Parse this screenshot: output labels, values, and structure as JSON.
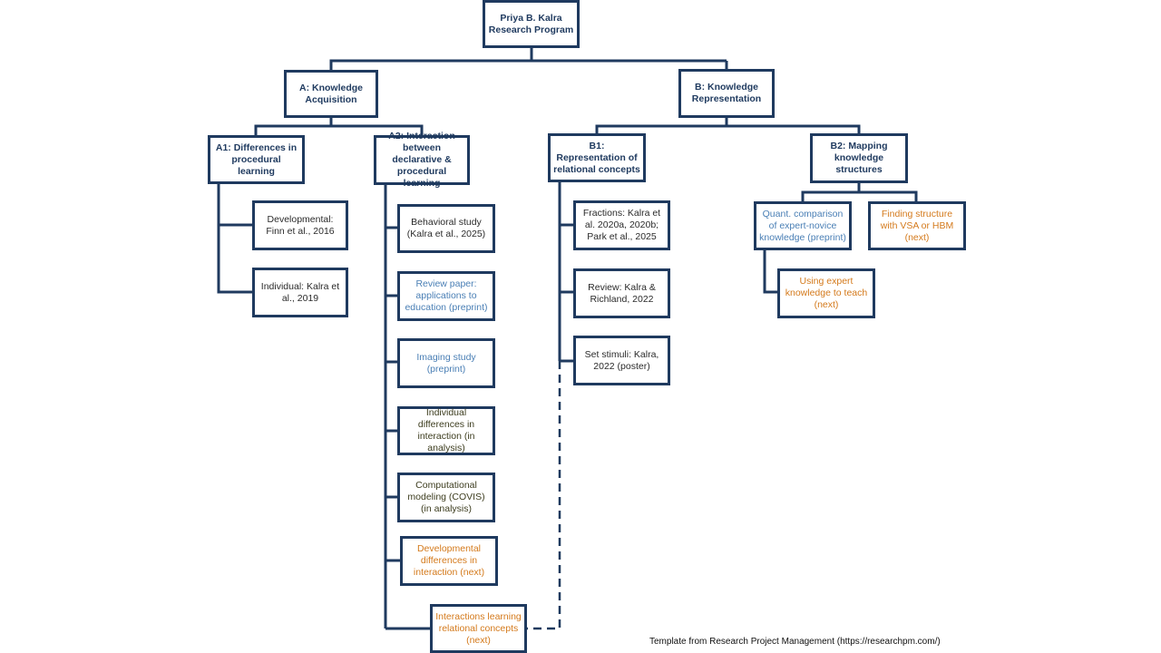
{
  "root": "Priya B. Kalra Research Program",
  "branches": {
    "a": "A: Knowledge Acquisition",
    "b": "B: Knowledge Representation"
  },
  "sub": {
    "a1": "A1: Differences in procedural learning",
    "a2": "A2: Interaction between declarative & procedural learning",
    "b1": "B1: Representation of relational concepts",
    "b2": "B2: Mapping knowledge structures"
  },
  "a1_items": [
    "Developmental: Finn et al., 2016",
    "Individual: Kalra et al., 2019"
  ],
  "a2_items": [
    "Behavioral study (Kalra et al., 2025)",
    "Review paper: applications to education (preprint)",
    "Imaging study (preprint)",
    "Individual differences in interaction (in analysis)",
    "Computational modeling (COVIS) (in analysis)",
    "Developmental differences in interaction (next)",
    "Interactions learning relational concepts (next)"
  ],
  "b1_items": [
    "Fractions: Kalra et al. 2020a, 2020b; Park et al., 2025",
    "Review: Kalra & Richland, 2022",
    "Set stimuli: Kalra, 2022 (poster)"
  ],
  "b2_items": [
    "Quant. comparison of expert-novice knowledge (preprint)",
    "Finding structure with VSA or HBM (next)",
    "Using expert knowledge to teach (next)"
  ],
  "footer": "Template from Research Project Management (https://researchpm.com/)",
  "colors": {
    "line": "#1f3a5f",
    "published": "#2b2b2b",
    "preprint": "#4a7fb5",
    "in_analysis": "#3d3d1f",
    "next": "#d47a1c"
  }
}
